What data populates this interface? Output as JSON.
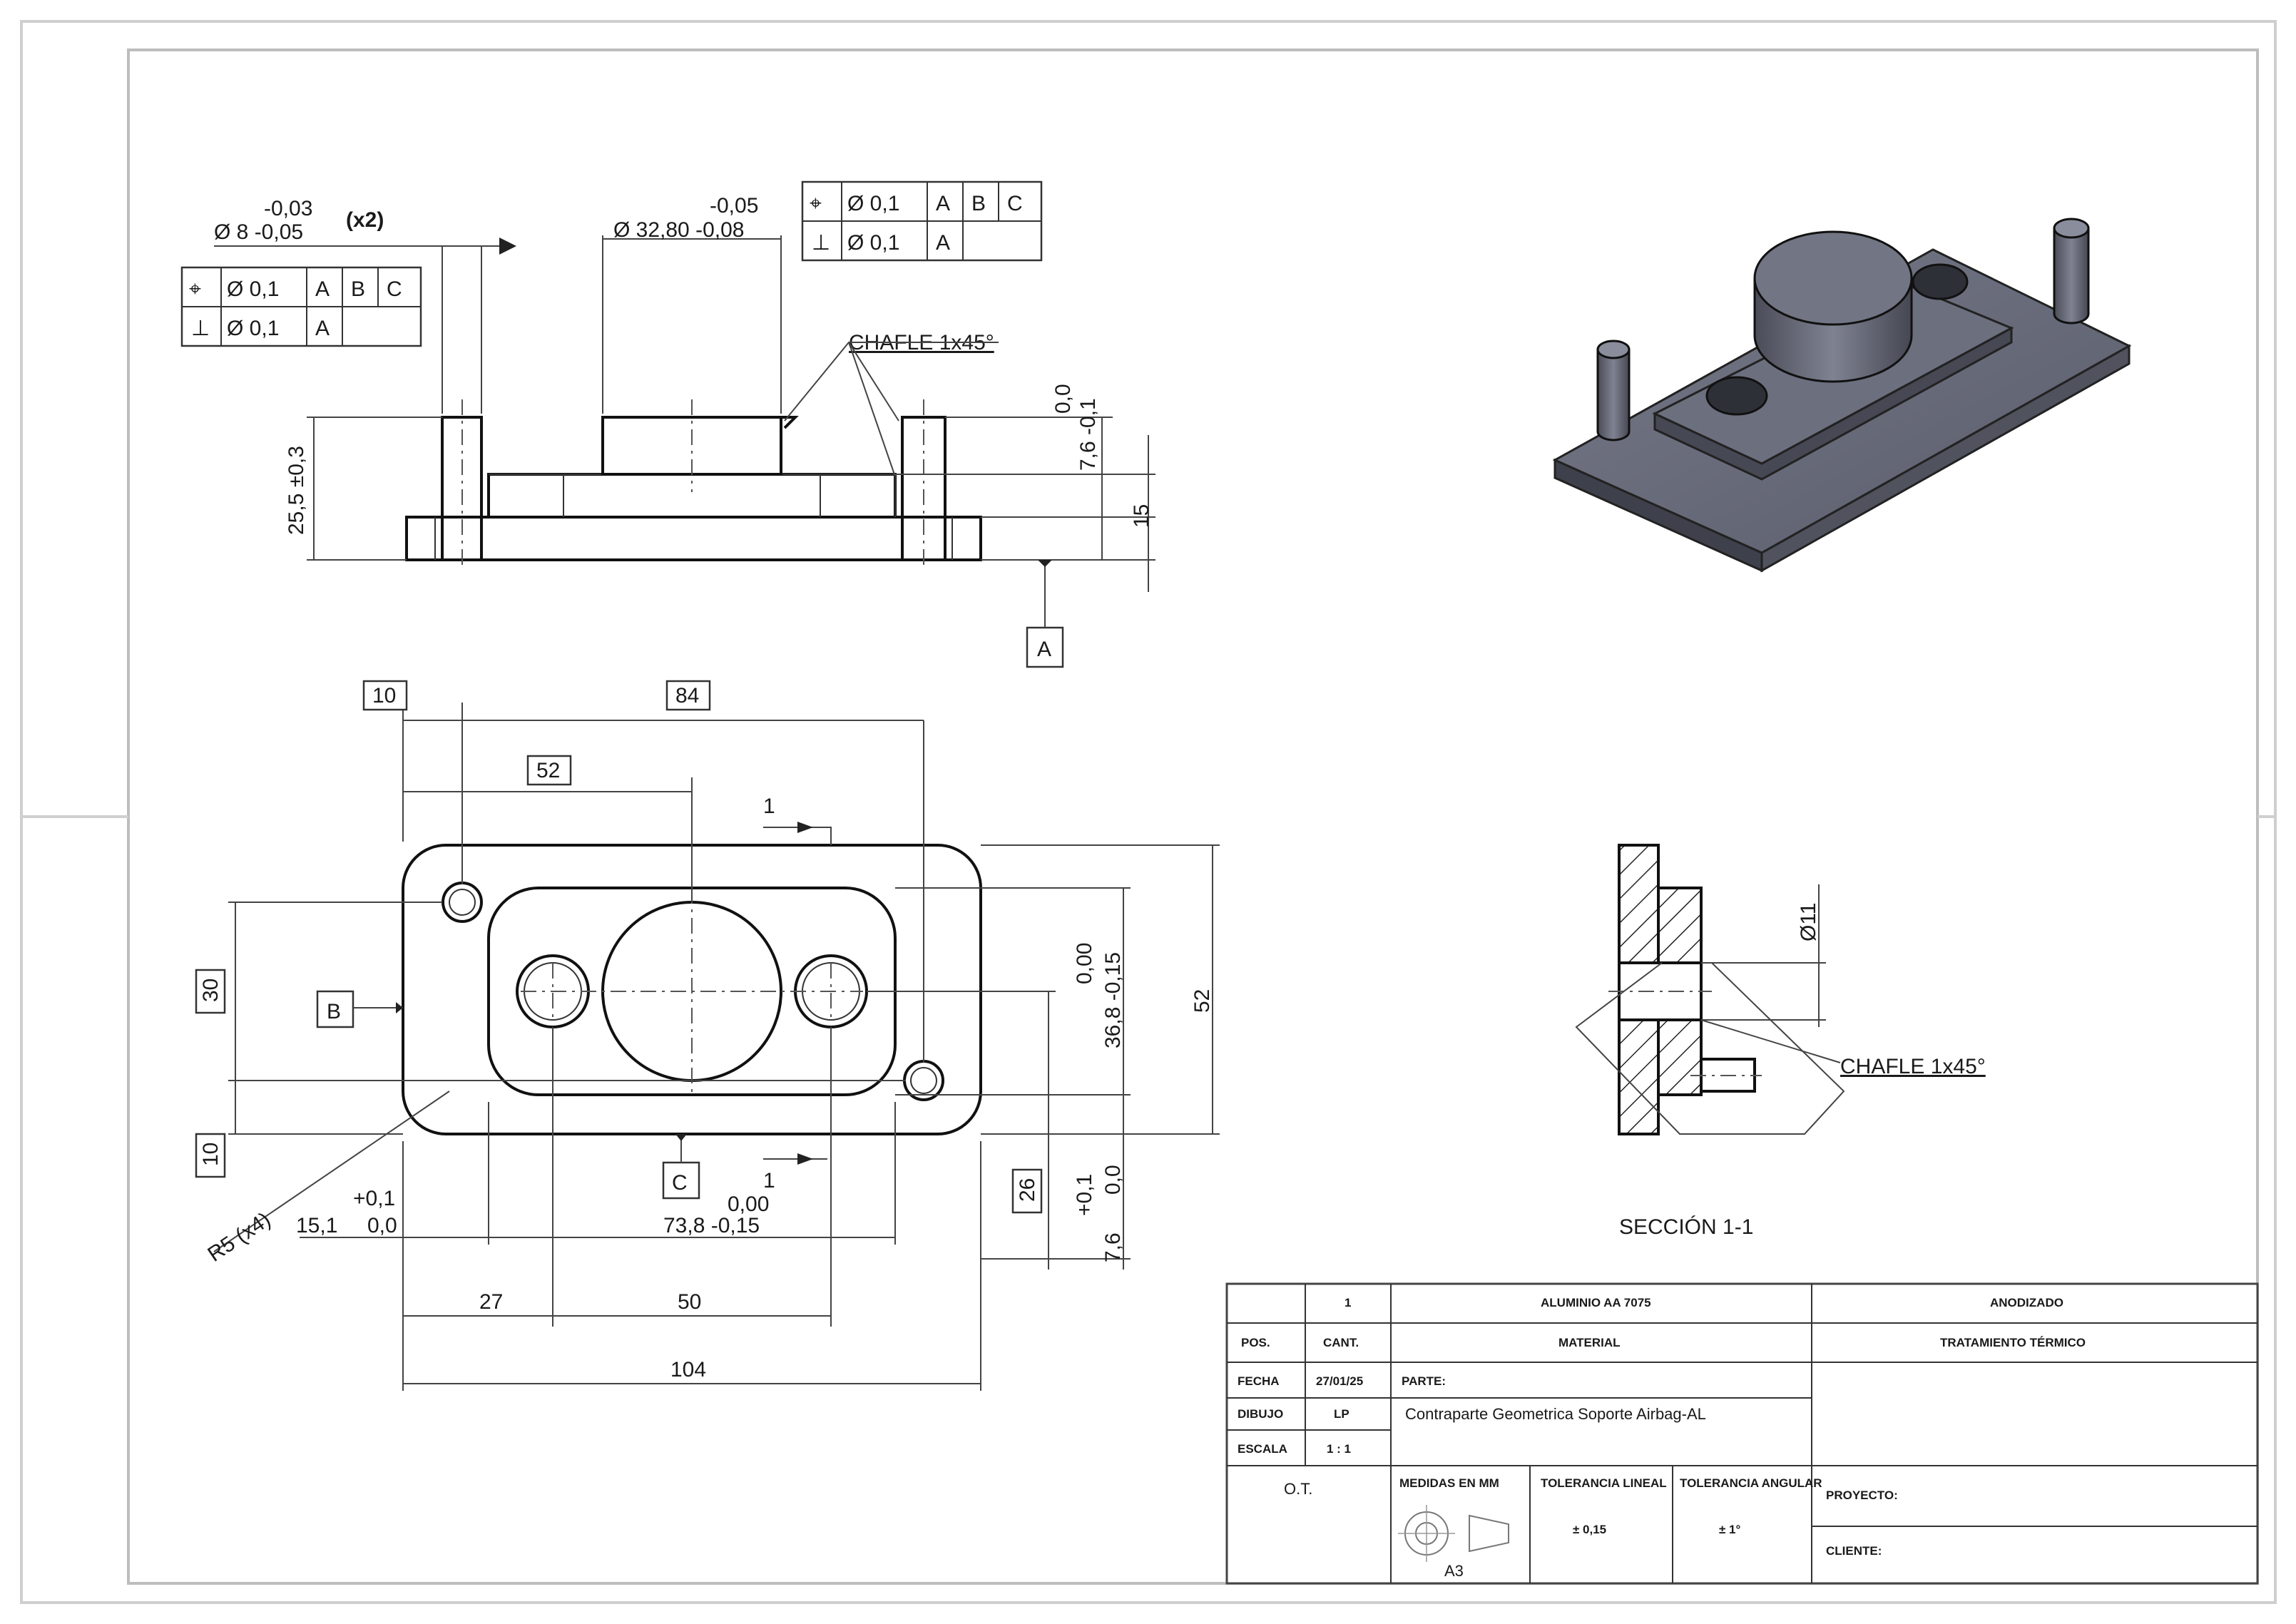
{
  "views": {
    "front": {
      "pin_dia_tol_upper": "-0,03",
      "pin_dia": "Ø 8 -0,05",
      "pin_qty": "(x2)",
      "boss_tol_upper": "-0,05",
      "boss_dia": "Ø 32,80 -0,08",
      "fcf_left": {
        "row1": [
          "⌖",
          "Ø 0,1",
          "A",
          "B",
          "C"
        ],
        "row2": [
          "⊥",
          "Ø 0,1",
          "A"
        ]
      },
      "fcf_right": {
        "row1": [
          "⌖",
          "Ø 0,1",
          "A",
          "B",
          "C"
        ],
        "row2": [
          "⊥",
          "Ø 0,1",
          "A"
        ]
      },
      "chamfer_note": "CHAFLE 1x45°",
      "height_dim": "25,5 ±0,3",
      "height_tol_top": "0,0",
      "height_tol": "7,6 -0,1",
      "plate_h": "15",
      "datum_a": "A"
    },
    "top": {
      "dim_10_top": "10",
      "dim_84": "84",
      "dim_52_top": "52",
      "section_mark": "1",
      "section_mark_bottom": "1",
      "datum_b": "B",
      "datum_c": "C",
      "dim_30": "30",
      "dim_10_left": "10",
      "tol_0": "0,00",
      "dim_36_8": "36,8 -0,15",
      "dim_52_right": "52",
      "dim_26": "26",
      "tol_01": "+0,1",
      "tol_00": "0,0",
      "dim_7_6": "7,6",
      "fillet": "R5 (x4)",
      "dim_15_1_tol": "+0,1",
      "dim_15_1": "15,1",
      "dim_15_1_tol2": "0,0",
      "dim_73_8_tol": "0,00",
      "dim_73_8": "73,8 -0,15",
      "dim_27": "27",
      "dim_50": "50",
      "dim_104": "104"
    },
    "section": {
      "dia": "Ø11",
      "chamfer_note": "CHAFLE 1x45°",
      "title": "SECCIÓN 1-1"
    }
  },
  "title_block": {
    "qty": "1",
    "material_value": "ALUMINIO AA 7075",
    "treatment_value": "ANODIZADO",
    "pos_label": "POS.",
    "qty_label": "CANT.",
    "material_label": "MATERIAL",
    "treatment_label": "TRATAMIENTO TÉRMICO",
    "date_label": "FECHA",
    "date_value": "27/01/25",
    "part_label": "PARTE:",
    "part_name": "Contraparte Geometrica Soporte Airbag-AL",
    "drawn_label": "DIBUJO",
    "drawn_value": "LP",
    "scale_label": "ESCALA",
    "scale_value": "1 : 1",
    "ot_label": "O.T.",
    "units_label": "MEDIDAS EN MM",
    "lin_tol_label": "TOLERANCIA LINEAL",
    "lin_tol_value": "± 0,15",
    "ang_tol_label": "TOLERANCIA ANGULAR",
    "ang_tol_value": "± 1°",
    "sheet_size": "A3",
    "project_label": "PROYECTO:",
    "client_label": "CLIENTE:"
  },
  "colors": {
    "part_fill": "#5c5f6e",
    "part_light": "#7a7d8c",
    "part_dark": "#3e404b",
    "line": "#111111"
  }
}
